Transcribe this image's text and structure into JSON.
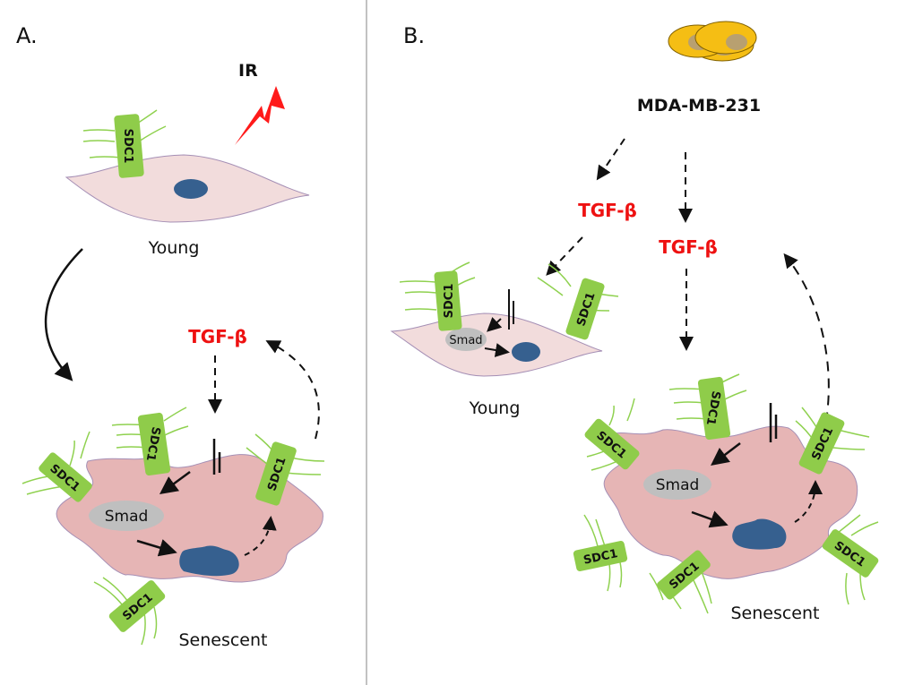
{
  "panels": {
    "a": {
      "label": "A.",
      "stimulus": "IR",
      "young_caption": "Young",
      "senescent_caption": "Senescent",
      "ligand": "TGF-β",
      "receptor": "SDC1",
      "signal": "Smad"
    },
    "b": {
      "label": "B.",
      "source_cells": "MDA-MB-231",
      "ligand_left": "TGF-β",
      "ligand_right": "TGF-β",
      "young_caption": "Young",
      "senescent_caption": "Senescent",
      "receptor": "SDC1",
      "signal": "Smad"
    }
  },
  "colors": {
    "ligand": "#ee1111",
    "receptor": "#8fcc4a",
    "young_cell": "#f2dcdc",
    "senescent_cell": "#e6b5b5",
    "nucleus": "#36608f",
    "smad": "#bfbfbf",
    "tumor_cell": "#f5be14"
  }
}
